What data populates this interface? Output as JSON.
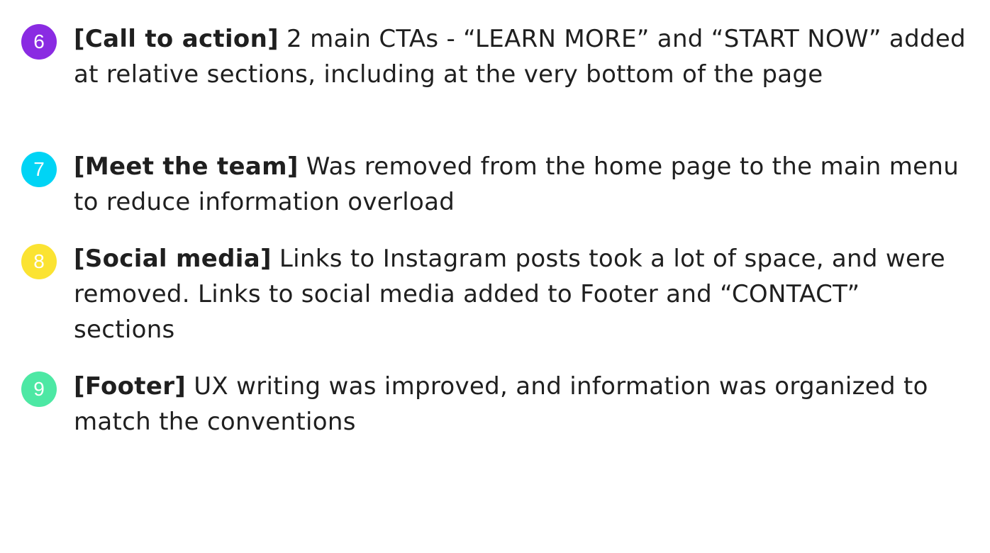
{
  "items": [
    {
      "number": "6",
      "title": "[Call to action]",
      "text": "2 main CTAs - “LEARN MORE” and “START NOW” added at relative sections, including at the very bottom of the page",
      "color": "#8a2be2"
    },
    {
      "number": "7",
      "title": "[Meet the team]",
      "text": "Was removed from the home page to the main menu to reduce information overload",
      "color": "#00d4f5"
    },
    {
      "number": "8",
      "title": "[Social media]",
      "text": "Links to Instagram posts took a lot of space, and were removed. Links to social media added to Footer and “CONTACT” sections",
      "color": "#fbe332"
    },
    {
      "number": "9",
      "title": "[Footer]",
      "text": "UX writing was improved, and information was organized to match the conventions",
      "color": "#4de8a4"
    }
  ]
}
